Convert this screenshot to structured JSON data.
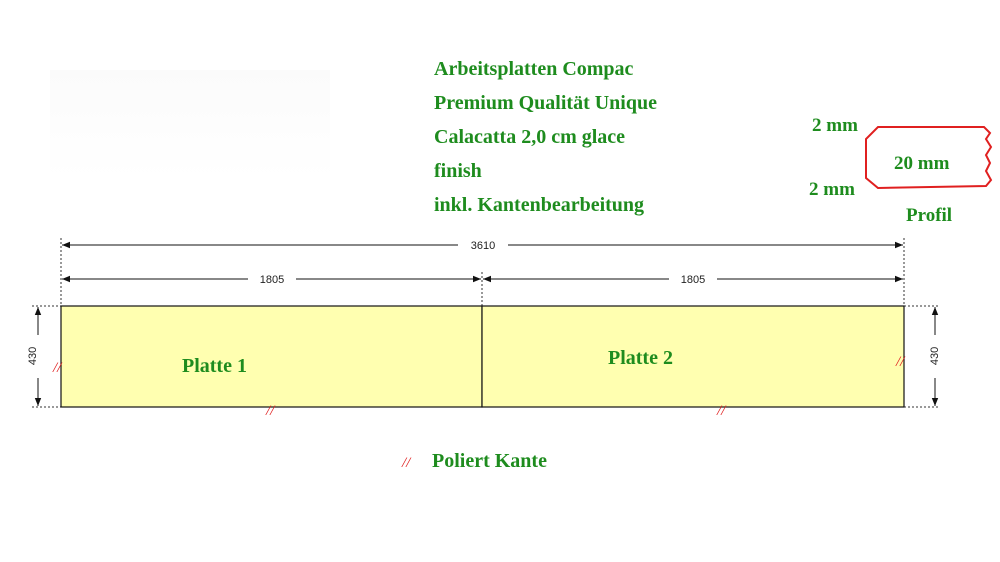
{
  "description": [
    "Arbeitsplatten Compac",
    "Premium Qualität Unique",
    "Calacatta 2,0 cm glace",
    "finish",
    "inkl. Kantenbearbeitung"
  ],
  "profile": {
    "top_label": "2 mm",
    "bottom_label": "2 mm",
    "thickness_label": "20 mm",
    "caption": "Profil"
  },
  "dimensions": {
    "total_length": "3610",
    "length_plate_1": "1805",
    "length_plate_2": "1805",
    "depth_left": "430",
    "depth_right": "430"
  },
  "plates": [
    {
      "label": "Platte 1"
    },
    {
      "label": "Platte 2"
    }
  ],
  "legend": {
    "symbol": "//",
    "label": "Poliert Kante"
  },
  "colors": {
    "plate_fill": "#ffffb0",
    "label_green": "#1e8c1e",
    "edge_red": "#e02020",
    "outline": "#111111"
  }
}
